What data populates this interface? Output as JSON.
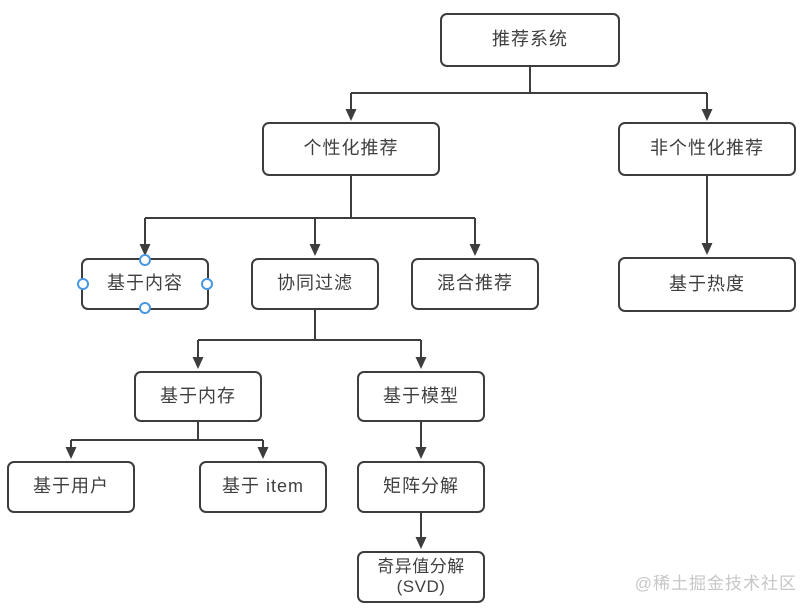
{
  "nodes": [
    {
      "id": "root",
      "label": "推荐系统"
    },
    {
      "id": "personalized",
      "label": "个性化推荐"
    },
    {
      "id": "non-personalized",
      "label": "非个性化推荐"
    },
    {
      "id": "content-based",
      "label": "基于内容",
      "selected": true
    },
    {
      "id": "collaborative-filtering",
      "label": "协同过滤"
    },
    {
      "id": "hybrid",
      "label": "混合推荐"
    },
    {
      "id": "popularity-based",
      "label": "基于热度"
    },
    {
      "id": "memory-based",
      "label": "基于内存"
    },
    {
      "id": "model-based",
      "label": "基于模型"
    },
    {
      "id": "user-based",
      "label": "基于用户"
    },
    {
      "id": "item-based",
      "label": "基于 item"
    },
    {
      "id": "matrix-factorization",
      "label": "矩阵分解"
    },
    {
      "id": "svd",
      "label_line1": "奇异值分解",
      "label_line2": "(SVD)"
    }
  ],
  "edges": [
    {
      "from": "root",
      "to": "personalized"
    },
    {
      "from": "root",
      "to": "non-personalized"
    },
    {
      "from": "personalized",
      "to": "content-based"
    },
    {
      "from": "personalized",
      "to": "collaborative-filtering"
    },
    {
      "from": "personalized",
      "to": "hybrid"
    },
    {
      "from": "non-personalized",
      "to": "popularity-based"
    },
    {
      "from": "collaborative-filtering",
      "to": "memory-based"
    },
    {
      "from": "collaborative-filtering",
      "to": "model-based"
    },
    {
      "from": "memory-based",
      "to": "user-based"
    },
    {
      "from": "memory-based",
      "to": "item-based"
    },
    {
      "from": "model-based",
      "to": "matrix-factorization"
    },
    {
      "from": "matrix-factorization",
      "to": "svd"
    }
  ],
  "watermark": {
    "text": "@稀土掘金技术社区"
  },
  "colors": {
    "background": "#ffffff",
    "box_border": "#3d3d3d",
    "line": "#3d3d3d",
    "text": "#3f3f3f",
    "selection_handle": "#4898e0",
    "watermark": "#c7c7c7"
  }
}
